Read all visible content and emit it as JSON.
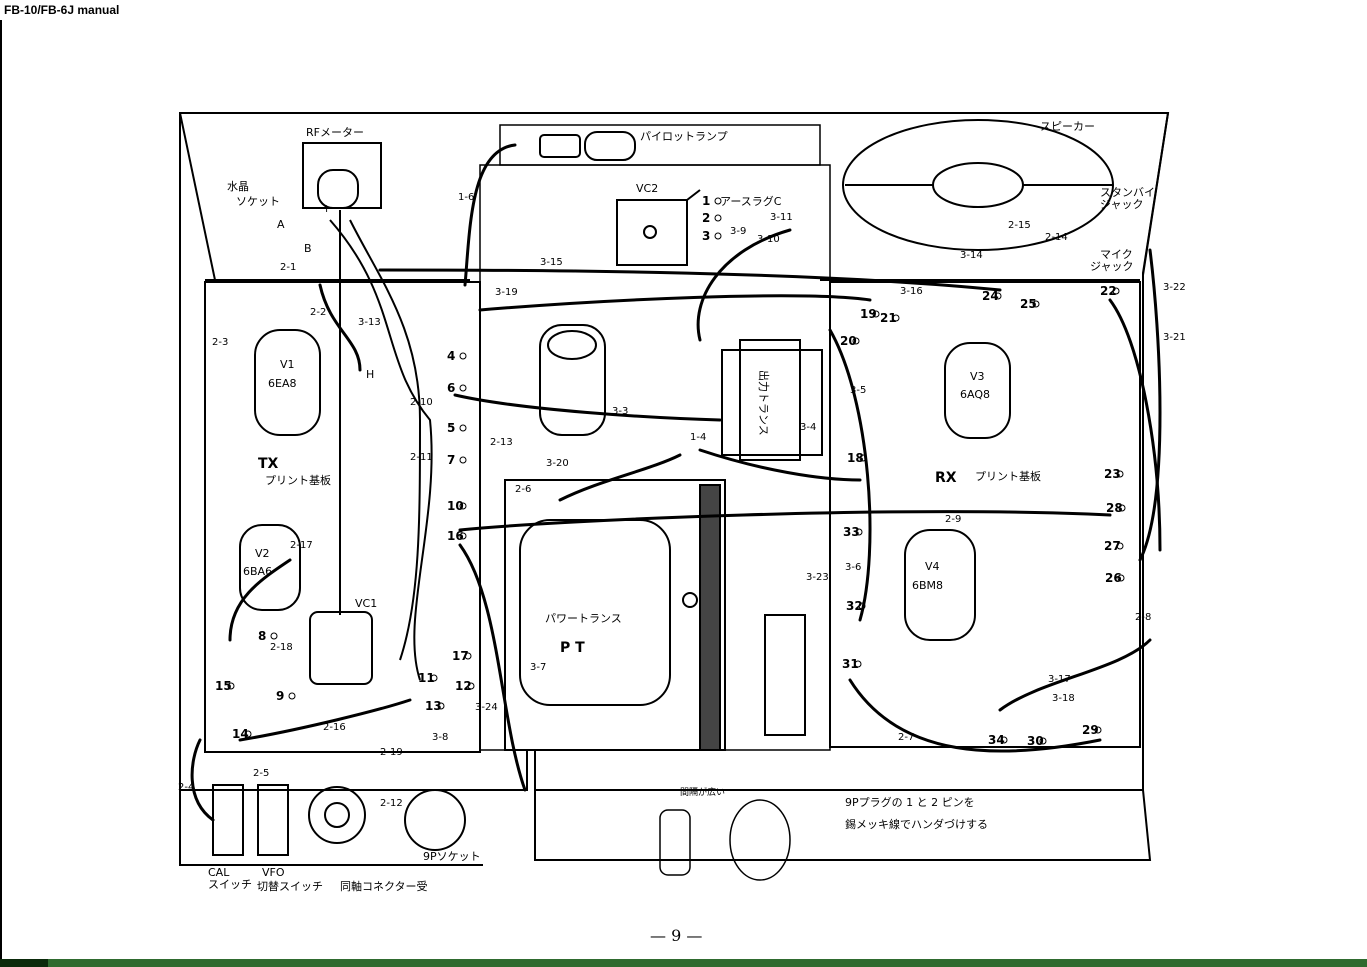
{
  "document": {
    "title": "FB-10/FB-6J manual",
    "page_number": "— 9 —"
  },
  "labels": {
    "rf_meter": "RFメーター",
    "crystal_socket_1": "水晶",
    "crystal_socket_2": "ソケット",
    "pilot_lamp": "パイロットランプ",
    "vc2": "VC2",
    "earth_lug": "アースラグC",
    "speaker": "スピーカー",
    "standby_jack_1": "スタンバイ",
    "standby_jack_2": "ジャック",
    "mic_jack_1": "マイク",
    "mic_jack_2": "ジャック",
    "output_trans": "出力トランス",
    "tx_board": "TX",
    "tx_board_sub": "プリント基板",
    "rx_board": "RX",
    "rx_board_sub": "プリント基板",
    "power_trans": "パワートランス",
    "pt": "P T",
    "vc1": "VC1",
    "cal_switch_1": "CAL",
    "cal_switch_2": "スイッチ",
    "vfo_switch_1": "VFO",
    "vfo_switch_2": "切替スイッチ",
    "coax_conn": "同軸コネクター受",
    "socket_9p": "9Pソケット",
    "plug_note_1": "9Pプラグの 1 と 2 ピンを",
    "plug_note_2": "錫メッキ線でハンダづけする",
    "plug_gap": "間隔が広い",
    "a": "A",
    "b": "B",
    "h": "H",
    "plus": "+",
    "minus": "−"
  },
  "tubes": [
    {
      "id": "v1",
      "name": "V1",
      "type": "6EA8"
    },
    {
      "id": "v2",
      "name": "V2",
      "type": "6BA6"
    },
    {
      "id": "v3",
      "name": "V3",
      "type": "6AQ8"
    },
    {
      "id": "v4",
      "name": "V4",
      "type": "6BM8"
    }
  ],
  "terminals": [
    "1",
    "2",
    "3",
    "4",
    "5",
    "6",
    "7",
    "8",
    "9",
    "10",
    "11",
    "12",
    "13",
    "14",
    "15",
    "16",
    "17",
    "18",
    "19",
    "20",
    "21",
    "22",
    "23",
    "24",
    "25",
    "26",
    "27",
    "28",
    "29",
    "30",
    "31",
    "32",
    "33",
    "34"
  ],
  "wires": [
    "1-4",
    "1-6",
    "2-1",
    "2-2",
    "2-3",
    "2-4",
    "2-5",
    "2-6",
    "2-7",
    "2-8",
    "2-9",
    "2-10",
    "2-11",
    "2-12",
    "2-13",
    "2-14",
    "2-15",
    "2-16",
    "2-17",
    "2-18",
    "2-19",
    "3-3",
    "3-4",
    "3-5",
    "3-6",
    "3-7",
    "3-8",
    "3-9",
    "3-10",
    "3-11",
    "3-13",
    "3-14",
    "3-15",
    "3-16",
    "3-17",
    "3-18",
    "3-19",
    "3-20",
    "3-21",
    "3-22",
    "3-23",
    "3-24"
  ]
}
